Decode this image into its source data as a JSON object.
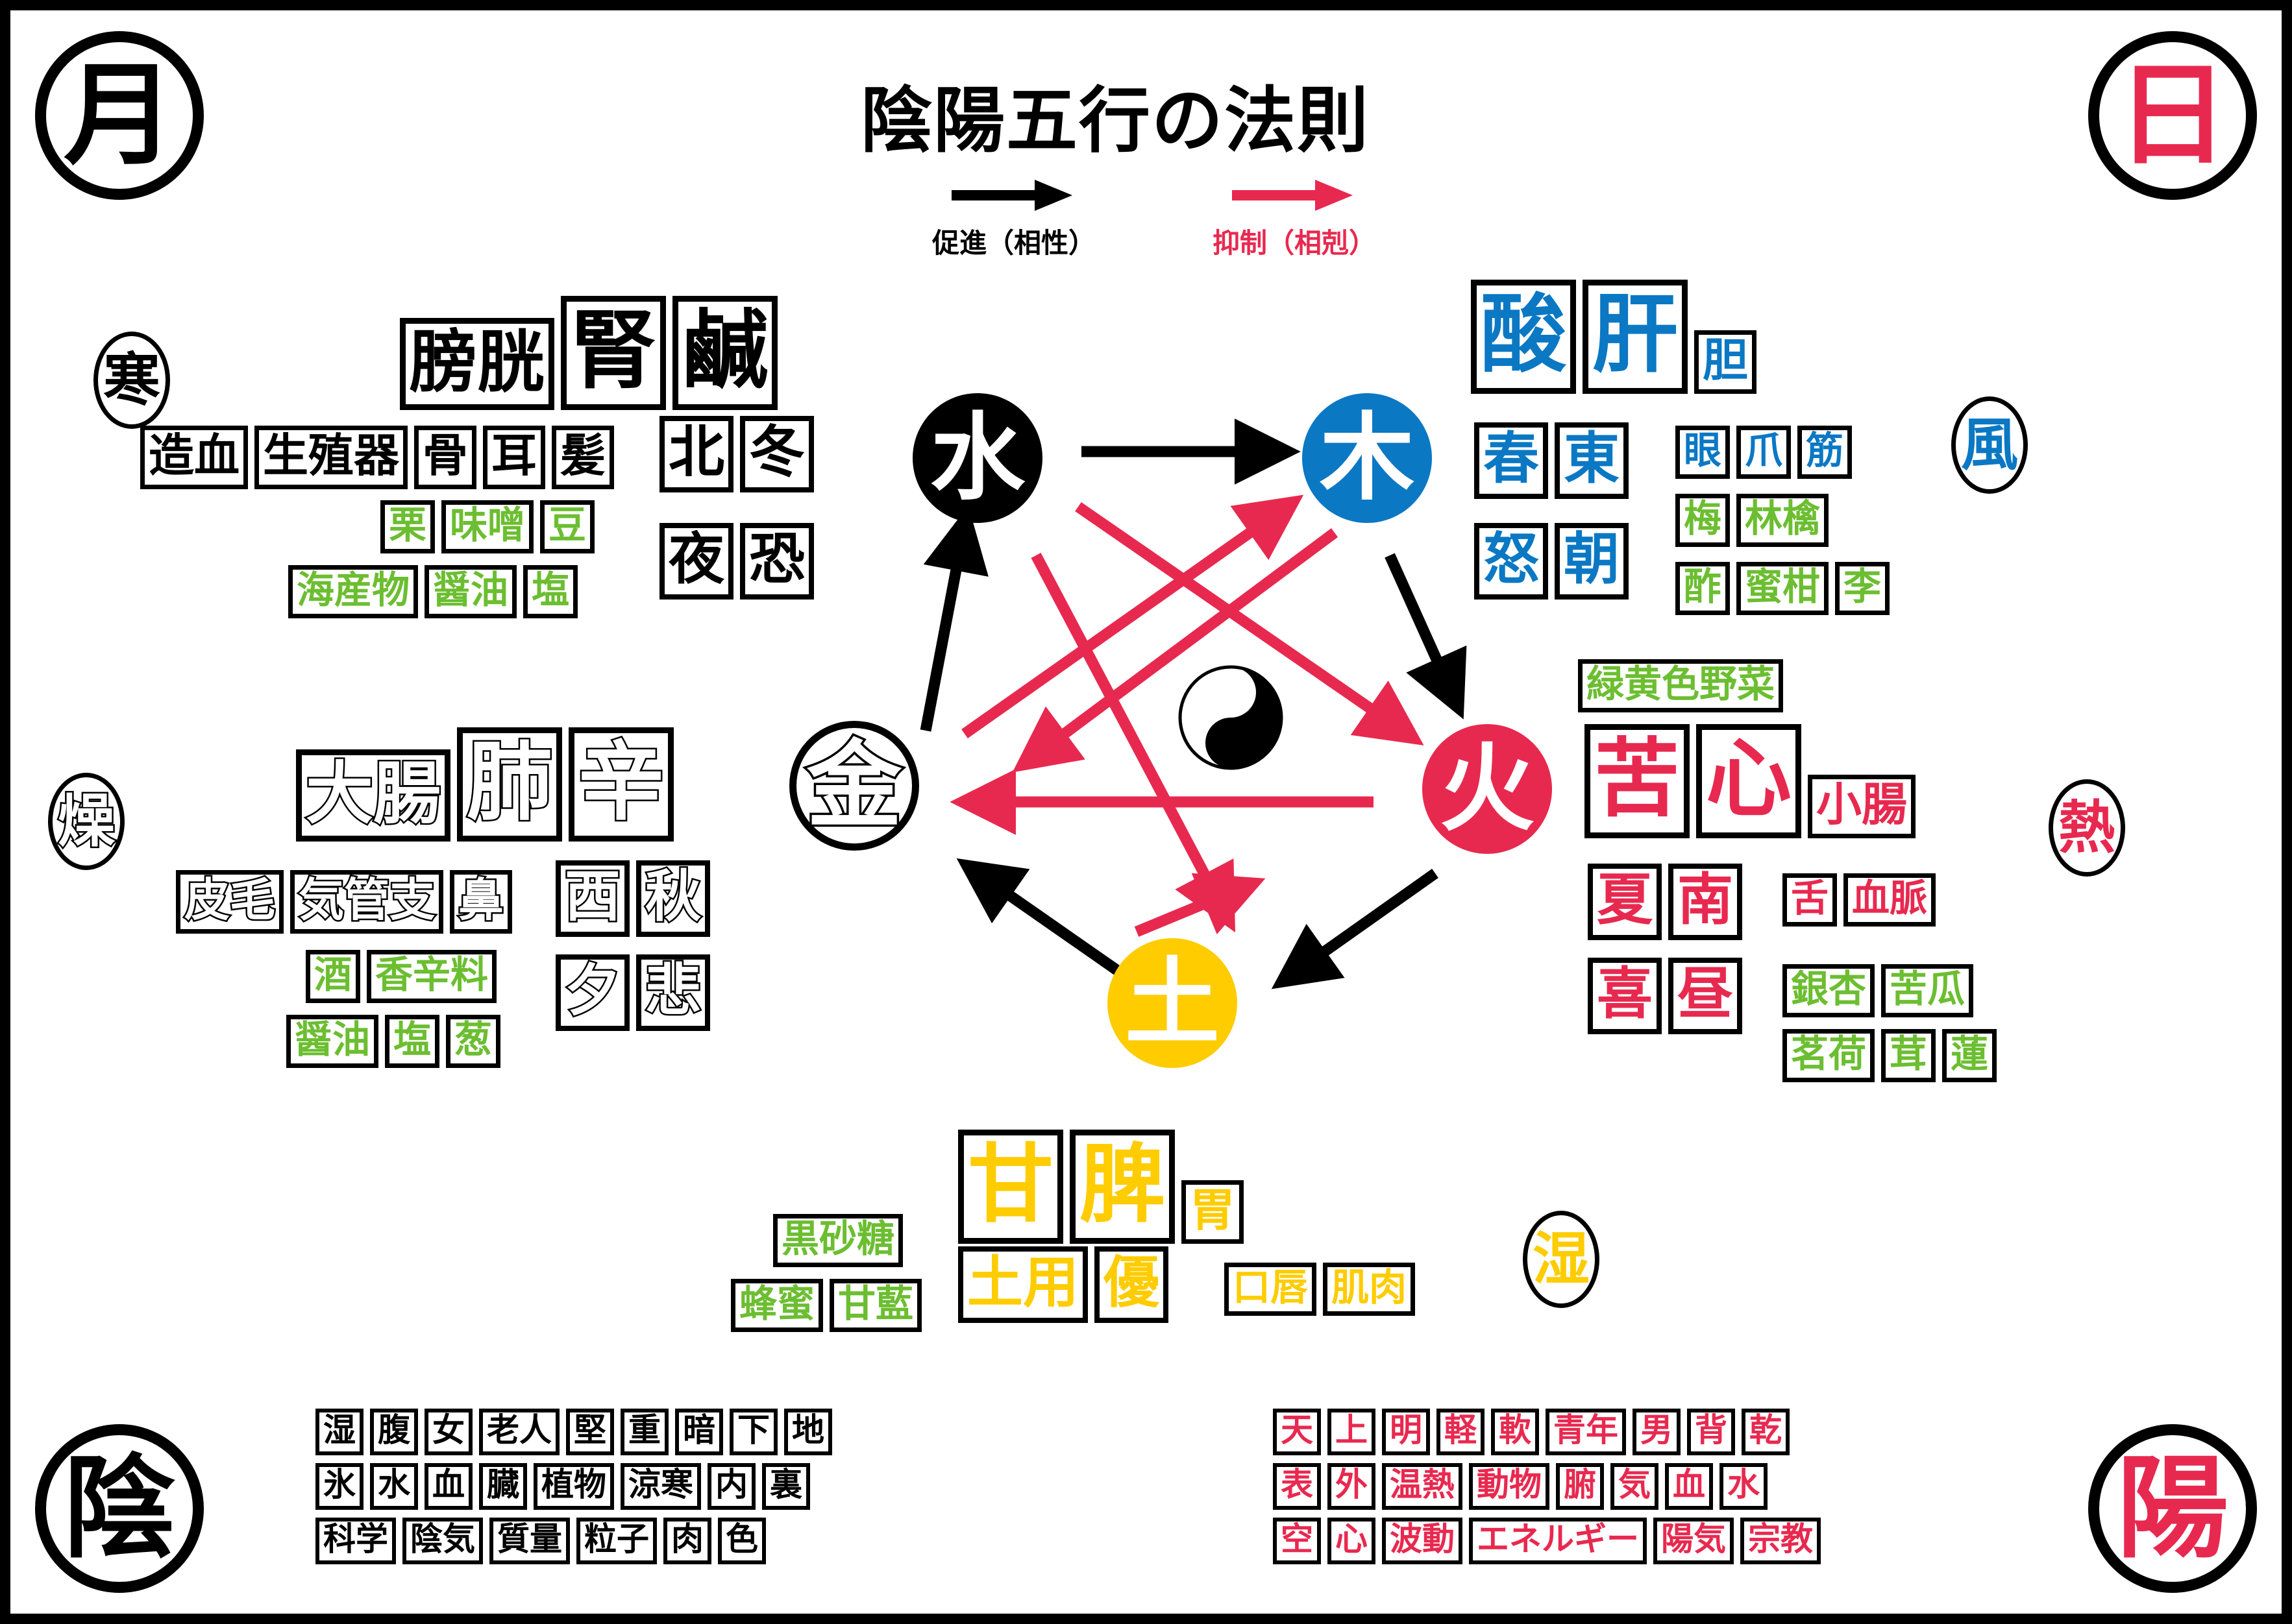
{
  "title": "陰陽五行の法則",
  "legend": {
    "promote": {
      "label": "促進（相性）",
      "color": "#000000",
      "icon": "right-arrow-icon"
    },
    "suppress": {
      "label": "抑制（相剋）",
      "color": "#e8294f",
      "icon": "right-arrow-icon"
    }
  },
  "colors": {
    "black": "#000000",
    "blue": "#0b78c4",
    "red": "#e8294f",
    "yellow": "#ffcc00",
    "green": "#6cbe31",
    "white": "#ffffff"
  },
  "corners": {
    "top_left": {
      "label": "月",
      "color": "#000000"
    },
    "top_right": {
      "label": "日",
      "color": "#e8294f"
    },
    "bottom_left": {
      "label": "陰",
      "color": "#000000"
    },
    "bottom_right": {
      "label": "陽",
      "color": "#e8294f"
    }
  },
  "climate_badges": {
    "cold": {
      "label": "寒",
      "color": "#000000"
    },
    "wind": {
      "label": "風",
      "color": "#0b78c4"
    },
    "dry": {
      "label": "燥",
      "color": "#ffffff"
    },
    "heat": {
      "label": "熱",
      "color": "#e8294f"
    },
    "damp": {
      "label": "湿",
      "color": "#ffcc00"
    }
  },
  "elements": {
    "water": {
      "label": "水",
      "color": "#000000"
    },
    "wood": {
      "label": "木",
      "color": "#0b78c4"
    },
    "fire": {
      "label": "火",
      "color": "#e8294f"
    },
    "earth": {
      "label": "土",
      "color": "#ffcc00"
    },
    "metal": {
      "label": "金",
      "color": "#ffffff"
    }
  },
  "center_symbol": "yin-yang-icon",
  "water_group": {
    "bladder": "膀胱",
    "organ": "腎",
    "taste": "鹹",
    "row2": [
      "造血",
      "生殖器",
      "骨",
      "耳",
      "髪"
    ],
    "direction": "北",
    "season": "冬",
    "foods_a": [
      "栗",
      "味噌",
      "豆"
    ],
    "foods_b": [
      "海産物",
      "醤油",
      "塩"
    ],
    "time": "夜",
    "emotion": "恐"
  },
  "wood_group": {
    "taste": "酸",
    "organ": "肝",
    "gall": "胆",
    "season": "春",
    "direction": "東",
    "parts": [
      "眼",
      "爪",
      "筋"
    ],
    "emotion": "怒",
    "time": "朝",
    "foods_a": [
      "梅",
      "林檎"
    ],
    "foods_b": [
      "酢",
      "蜜柑",
      "李"
    ]
  },
  "fire_group": {
    "veg": "緑黄色野菜",
    "taste": "苦",
    "organ": "心",
    "intestine": "小腸",
    "season": "夏",
    "direction": "南",
    "parts": [
      "舌",
      "血脈"
    ],
    "emotion": "喜",
    "time": "昼",
    "foods_a": [
      "銀杏",
      "苦瓜"
    ],
    "foods_b": [
      "茗荷",
      "茸",
      "蓮"
    ]
  },
  "metal_group": {
    "intestine": "大腸",
    "organ": "肺",
    "taste": "辛",
    "parts": [
      "皮毛",
      "気管支",
      "鼻"
    ],
    "direction": "西",
    "season": "秋",
    "foods_a": [
      "酒",
      "香辛料"
    ],
    "foods_b": [
      "醤油",
      "塩",
      "葱"
    ],
    "time": "夕",
    "emotion": "悲"
  },
  "earth_group": {
    "taste": "甘",
    "organ": "脾",
    "stomach": "胃",
    "foods_a": [
      "黒砂糖"
    ],
    "foods_b": [
      "蜂蜜",
      "甘藍"
    ],
    "season": "土用",
    "emotion": "優",
    "parts": [
      "口唇",
      "肌肉"
    ]
  },
  "yin_list": [
    [
      "湿",
      "腹",
      "女",
      "老人",
      "堅",
      "重",
      "暗",
      "下",
      "地"
    ],
    [
      "氷",
      "水",
      "血",
      "臓",
      "植物",
      "涼寒",
      "内",
      "裏"
    ],
    [
      "科学",
      "陰気",
      "質量",
      "粒子",
      "肉",
      "色"
    ]
  ],
  "yang_list": [
    [
      "天",
      "上",
      "明",
      "軽",
      "軟",
      "青年",
      "男",
      "背",
      "乾"
    ],
    [
      "表",
      "外",
      "温熱",
      "動物",
      "腑",
      "気",
      "血",
      "水"
    ],
    [
      "空",
      "心",
      "波動",
      "エネルギー",
      "陽気",
      "宗教"
    ]
  ]
}
